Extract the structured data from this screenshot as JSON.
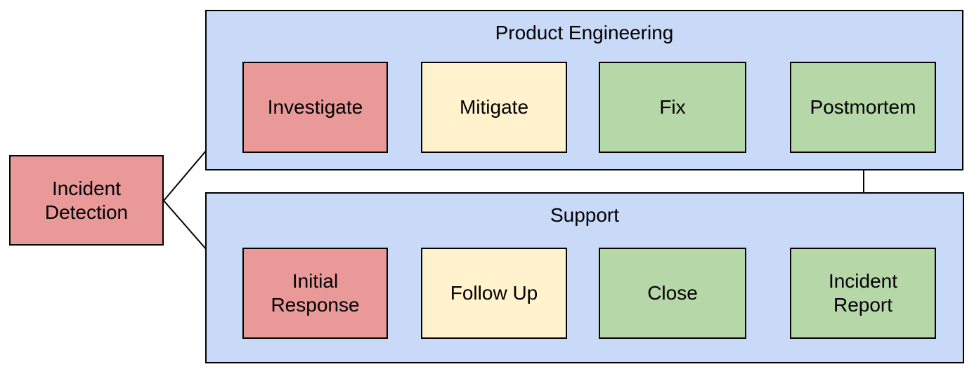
{
  "diagram": {
    "type": "flowchart",
    "start": {
      "label": "Incident Detection",
      "color": "#ea9999"
    },
    "lanes": [
      {
        "title": "Product Engineering",
        "color": "#c9daf8",
        "steps": [
          {
            "label": "Investigate",
            "color": "#ea9999"
          },
          {
            "label": "Mitigate",
            "color": "#fff2cc"
          },
          {
            "label": "Fix",
            "color": "#b6d7a8"
          },
          {
            "label": "Postmortem",
            "color": "#b6d7a8"
          }
        ]
      },
      {
        "title": "Support",
        "color": "#c9daf8",
        "steps": [
          {
            "label": "Initial Response",
            "color": "#ea9999"
          },
          {
            "label": "Follow Up",
            "color": "#fff2cc"
          },
          {
            "label": "Close",
            "color": "#b6d7a8"
          },
          {
            "label": "Incident Report",
            "color": "#b6d7a8"
          }
        ]
      }
    ],
    "connections": [
      {
        "from": "Incident Detection",
        "to": "Investigate"
      },
      {
        "from": "Incident Detection",
        "to": "Initial Response"
      },
      {
        "from": "Investigate",
        "to": "Mitigate"
      },
      {
        "from": "Mitigate",
        "to": "Fix"
      },
      {
        "from": "Fix",
        "to": "Postmortem"
      },
      {
        "from": "Postmortem",
        "to": "Incident Report"
      },
      {
        "from": "Initial Response",
        "to": "Follow Up"
      },
      {
        "from": "Follow Up",
        "to": "Close"
      },
      {
        "from": "Close",
        "to": "Incident Report"
      }
    ],
    "palette": {
      "status_red": "#ea9999",
      "status_yellow": "#fff2cc",
      "status_green": "#b6d7a8",
      "lane_blue": "#c9daf8",
      "border": "#000000",
      "arrow": "#000000"
    }
  }
}
